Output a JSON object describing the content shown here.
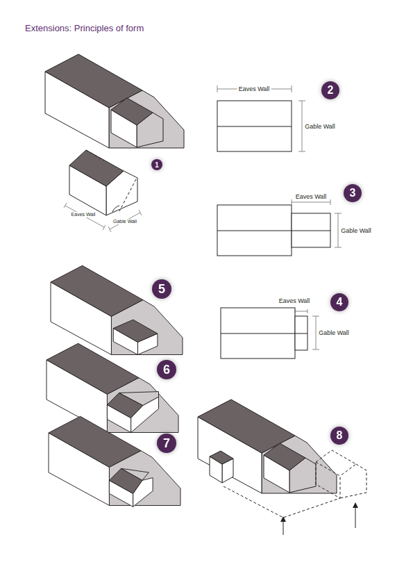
{
  "diagram": {
    "title": "Extensions: Principles of form",
    "nodes": [
      {
        "text": [
          "2"
        ]
      },
      {
        "text": [
          "1"
        ]
      },
      {
        "text": [
          "3"
        ]
      },
      {
        "text": [
          "5"
        ]
      },
      {
        "text": [
          "4"
        ]
      },
      {
        "text": [
          "6"
        ]
      },
      {
        "text": [
          "8"
        ]
      },
      {
        "text": [
          "7"
        ]
      }
    ],
    "labels": [
      "Eaves Wall",
      "Gable Wall",
      "Eaves Wall",
      "Eaves Wall",
      "Gable Wall",
      "Gable Wall",
      "Eaves Wall",
      "Gable Wall"
    ]
  }
}
